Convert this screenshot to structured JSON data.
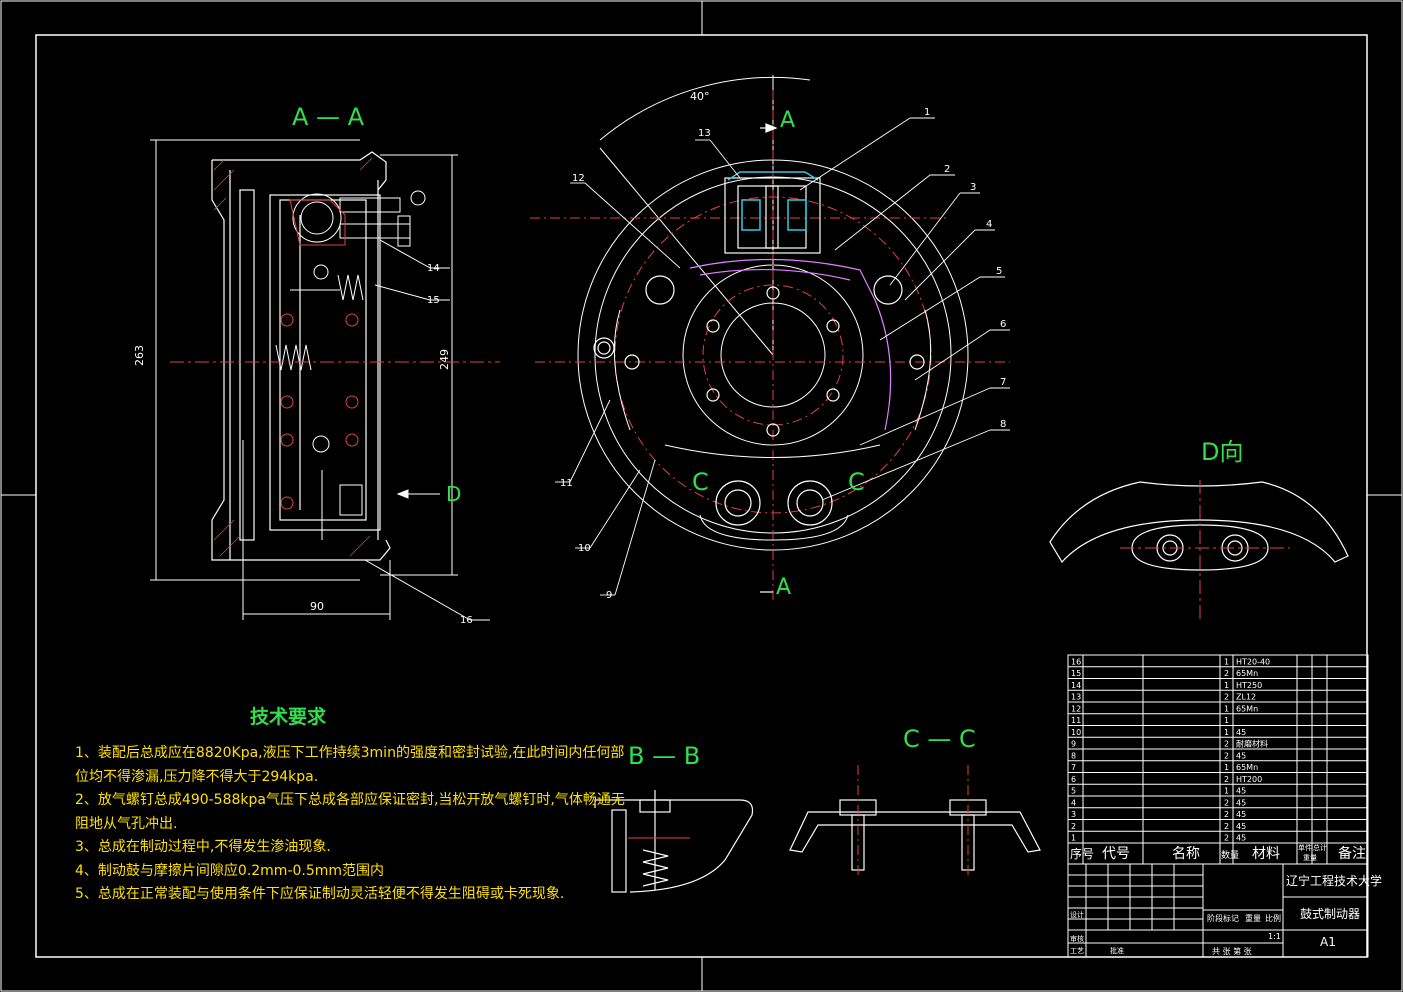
{
  "views": {
    "section_aa": "A — A",
    "section_bb": "B — B",
    "section_cc": "C — C",
    "view_d": "D向",
    "marker_a": "A",
    "marker_c": "C",
    "marker_d": "D"
  },
  "dimensions": {
    "height_263": "263",
    "height_249": "249",
    "width_90": "90",
    "angle_40": "40°"
  },
  "part_numbers": [
    "1",
    "2",
    "3",
    "4",
    "5",
    "6",
    "7",
    "8",
    "9",
    "10",
    "11",
    "12",
    "13",
    "14",
    "15",
    "16"
  ],
  "tech_requirements": {
    "title": "技术要求",
    "items": [
      "1、装配后总成应在8820Kpa,液压下工作持续3min的强度和密封试验,在此时间内任何部",
      "位均不得渗漏,压力降不得大于294kpa.",
      "2、放气螺钉总成490-588kpa气压下总成各部应保证密封,当松开放气螺钉时,气体畅通无",
      "阻地从气孔冲出.",
      "3、总成在制动过程中,不得发生渗油现象.",
      "4、制动鼓与摩擦片间隙应0.2mm-0.5mm范围内",
      "5、总成在正常装配与使用条件下应保证制动灵活轻便不得发生阻碍或卡死现象."
    ]
  },
  "bom": {
    "rows": [
      {
        "no": "16",
        "qty": "1",
        "material": "HT20-40"
      },
      {
        "no": "15",
        "qty": "2",
        "material": "65Mn"
      },
      {
        "no": "14",
        "qty": "1",
        "material": "HT250"
      },
      {
        "no": "13",
        "qty": "2",
        "material": "ZL12"
      },
      {
        "no": "12",
        "qty": "1",
        "material": "65Mn"
      },
      {
        "no": "11",
        "qty": "1",
        "material": ""
      },
      {
        "no": "10",
        "qty": "1",
        "material": "45"
      },
      {
        "no": "9",
        "qty": "2",
        "material": "耐磨材料"
      },
      {
        "no": "8",
        "qty": "2",
        "material": "45"
      },
      {
        "no": "7",
        "qty": "1",
        "material": "65Mn"
      },
      {
        "no": "6",
        "qty": "2",
        "material": "HT200"
      },
      {
        "no": "5",
        "qty": "1",
        "material": "45"
      },
      {
        "no": "4",
        "qty": "2",
        "material": "45"
      },
      {
        "no": "3",
        "qty": "2",
        "material": "45"
      },
      {
        "no": "2",
        "qty": "2",
        "material": "45"
      },
      {
        "no": "1",
        "qty": "2",
        "material": "45"
      }
    ],
    "header": {
      "no": "序号",
      "code": "代号",
      "name": "名称",
      "qty": "数量",
      "material": "材料",
      "weight_single": "单件",
      "weight_total": "总计",
      "weight": "重量",
      "remark": "备注"
    }
  },
  "title_block": {
    "school": "辽宁工程技术大学",
    "drawing_name": "鼓式制动器",
    "scale": "1:1",
    "size": "A1",
    "scale_label": "比例",
    "stage_label": "阶段标记",
    "weight_label": "重量",
    "sheet_label": "共 张 第 张",
    "designer": "设计",
    "checker": "审核",
    "craft": "工艺",
    "approve": "批准"
  }
}
